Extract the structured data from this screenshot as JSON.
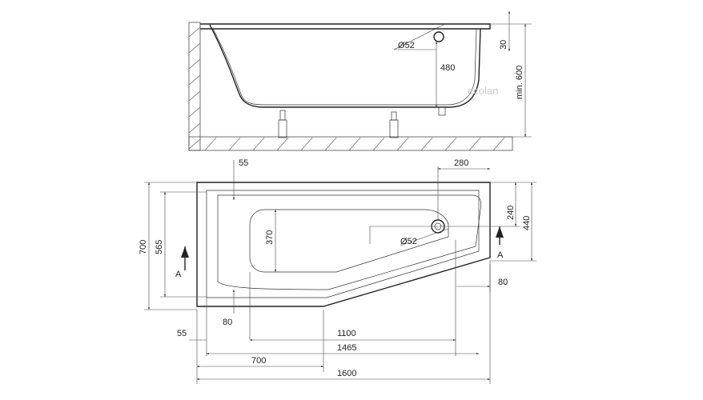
{
  "watermark": {
    "text": "ecolan"
  },
  "side_view": {
    "drain_diameter": "Ø52",
    "dim_height": "480",
    "dim_rim": "30",
    "dim_min_height": "min. 600"
  },
  "top_view": {
    "dim_55_top": "55",
    "dim_280": "280",
    "dim_240": "240",
    "dim_440": "440",
    "dim_700": "700",
    "dim_565": "565",
    "dim_370": "370",
    "drain_diameter": "Ø52",
    "section_left": "A",
    "section_right": "A",
    "dim_80_right": "80",
    "dim_80_bottom": "80",
    "dim_55_bottom": "55",
    "dim_1100": "1100",
    "dim_1465": "1465",
    "dim_700_bottom": "700",
    "dim_1600": "1600"
  }
}
